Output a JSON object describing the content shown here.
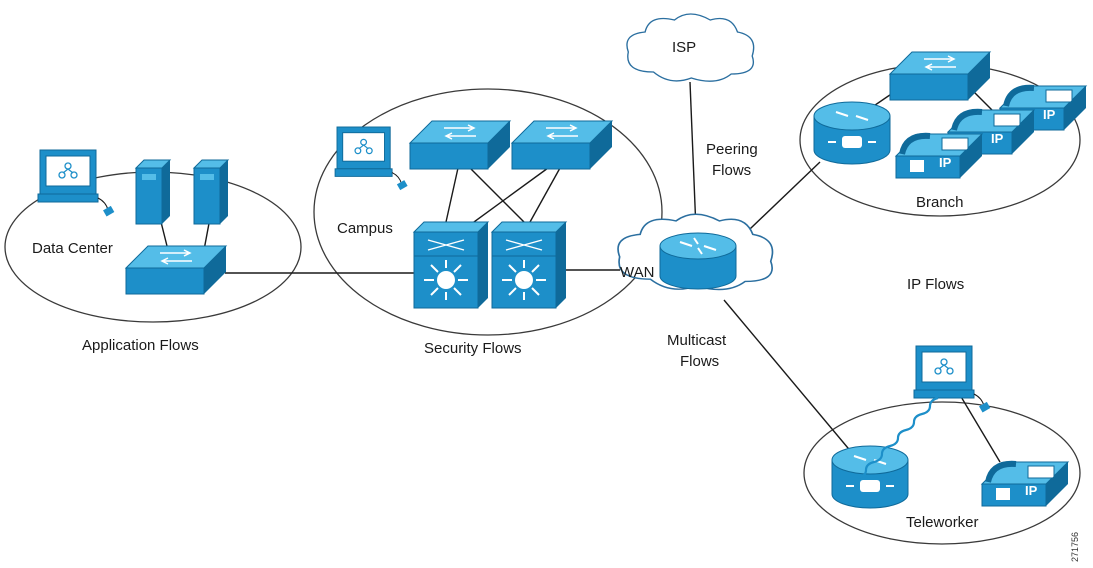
{
  "colors": {
    "device_fill": "#1d8fc9",
    "device_top": "#54bde8",
    "device_dark": "#0f6a9a",
    "zone_stroke": "#3a3a3a",
    "cloud_stroke": "#2b6fa0",
    "line": "#1a1a1a"
  },
  "labels": {
    "isp": "ISP",
    "peering_flows_line1": "Peering",
    "peering_flows_line2": "Flows",
    "branch": "Branch",
    "data_center": "Data Center",
    "campus": "Campus",
    "wan": "WAN",
    "ip_flows": "IP Flows",
    "application_flows": "Application Flows",
    "security_flows": "Security Flows",
    "multicast_flows_line1": "Multicast",
    "multicast_flows_line2": "Flows",
    "teleworker": "Teleworker",
    "figure_id": "271756",
    "ip_badge": "IP"
  },
  "icons": [
    "workstation-icon",
    "server-icon",
    "switch-icon",
    "multilayer-switch-icon",
    "router-icon",
    "ip-phone-icon",
    "cloud-icon",
    "wireless-link-icon"
  ]
}
